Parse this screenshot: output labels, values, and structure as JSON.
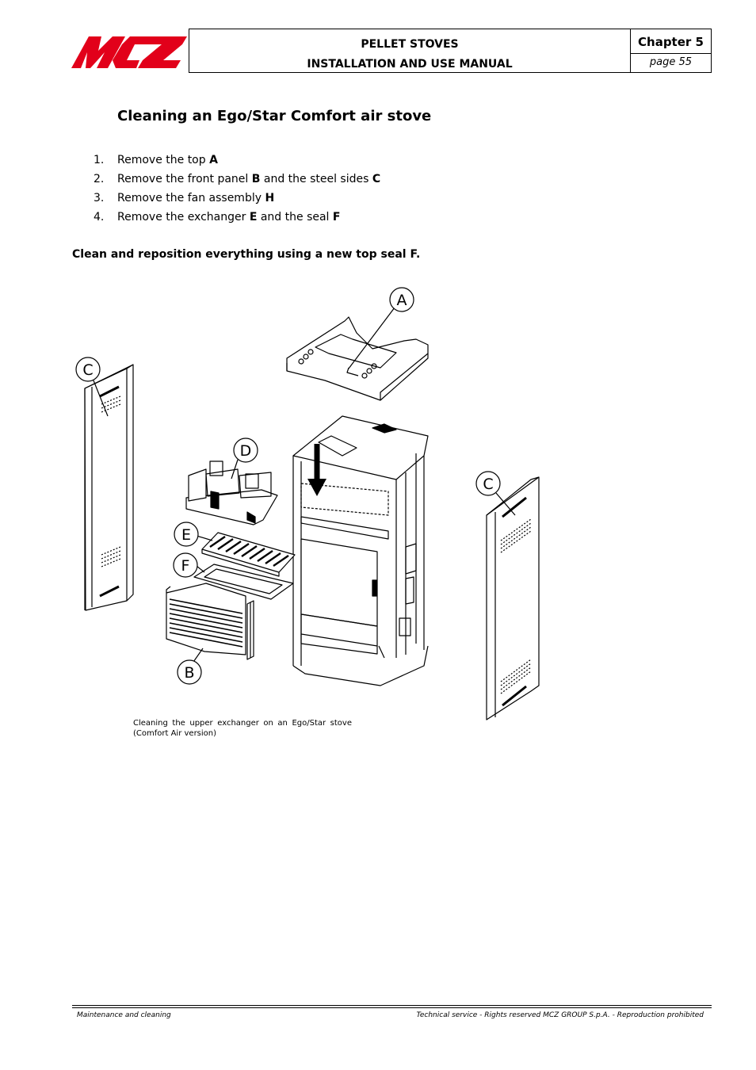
{
  "logo": {
    "text": "MCZ",
    "color": "#e2001a"
  },
  "header": {
    "product": "PELLET STOVES",
    "manual": "INSTALLATION AND USE MANUAL",
    "chapter": "Chapter 5",
    "page": "page 55"
  },
  "title": "Cleaning an Ego/Star Comfort air stove",
  "steps": [
    {
      "num": "1.",
      "text": "Remove the top ",
      "key": "A"
    },
    {
      "num": "2.",
      "text": "Remove the front panel ",
      "key": "B",
      "text2": " and the steel sides ",
      "key2": "C"
    },
    {
      "num": "3.",
      "text": "Remove the fan assembly ",
      "key": "H"
    },
    {
      "num": "4.",
      "text": "Remove the exchanger ",
      "key": "E",
      "text2": " and the seal ",
      "key2": "F"
    }
  ],
  "note": "Clean and reposition everything using a new top seal F.",
  "figure": {
    "labels": {
      "a": "A",
      "b": "B",
      "c_left": "C",
      "c_right": "C",
      "d": "D",
      "e": "E",
      "f": "F"
    }
  },
  "caption": "Cleaning the upper exchanger on an Ego/Star stove (Comfort Air version)",
  "footer": {
    "left": "Maintenance and cleaning",
    "right": "Technical service - Rights reserved MCZ GROUP S.p.A. - Reproduction prohibited"
  }
}
